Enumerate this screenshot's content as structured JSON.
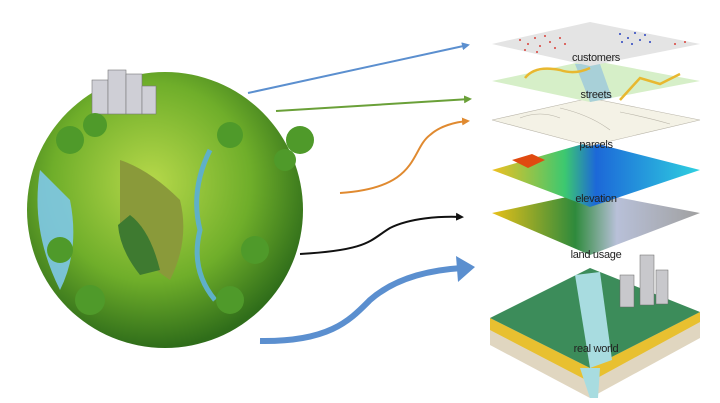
{
  "layers": [
    {
      "label": "customers",
      "colors": [
        "#e4e4e4",
        "#d9403a",
        "#2a44c0"
      ]
    },
    {
      "label": "streets",
      "colors": [
        "#d6efc8",
        "#e8b830",
        "#a8d0d8"
      ]
    },
    {
      "label": "parcels",
      "colors": [
        "#f4f2e6",
        "#b8b4a8"
      ]
    },
    {
      "label": "elevation",
      "colors": [
        "#2fd0c8",
        "#f0c020",
        "#e04a10",
        "#1c68d8",
        "#3cc870"
      ]
    },
    {
      "label": "land usage",
      "colors": [
        "#e8c018",
        "#2e8a3c",
        "#9aa8a8",
        "#a0a0a0",
        "#c8c8f0"
      ]
    },
    {
      "label": "real world",
      "colors": [
        "#3c8c5a",
        "#a8dce0",
        "#e8c030",
        "#8a5a30"
      ]
    }
  ],
  "arrows": [
    {
      "target": "customers",
      "color": "#5b8fcf"
    },
    {
      "target": "streets",
      "color": "#6aa038"
    },
    {
      "target": "parcels",
      "color": "#e08a30"
    },
    {
      "target": "elevation",
      "color": "#111111"
    },
    {
      "target": "real world",
      "color": "#5b8fcf"
    }
  ]
}
